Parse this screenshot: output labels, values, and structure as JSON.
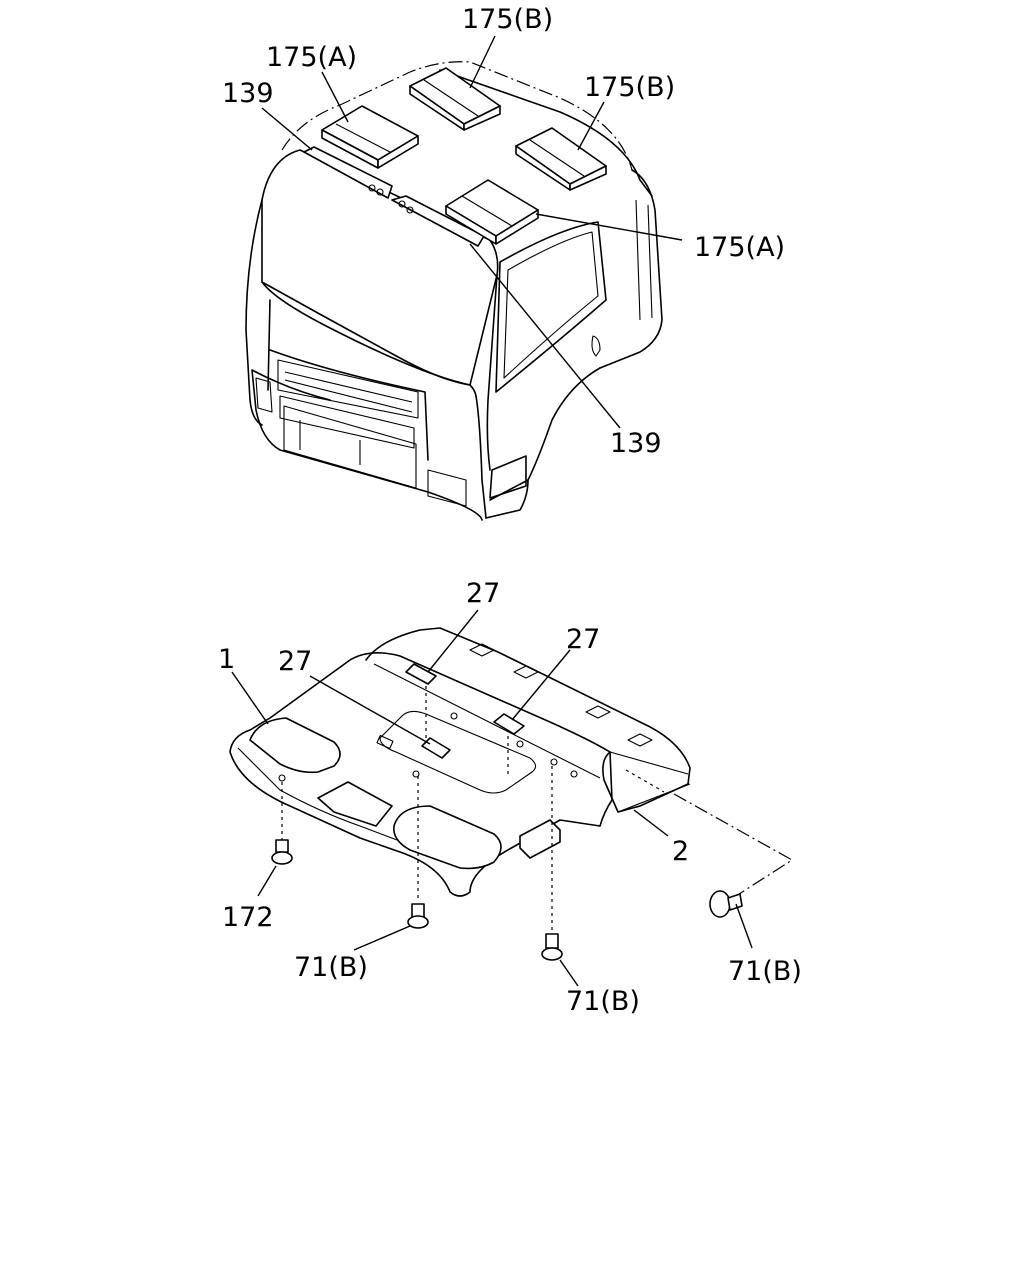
{
  "callouts": {
    "c175b_top": "175(B)",
    "c175a_left": "175(A)",
    "c139_left": "139",
    "c175b_right": "175(B)",
    "c175a_right": "175(A)",
    "c139_right": "139",
    "c27_top": "27",
    "c27_left": "27",
    "c27_right": "27",
    "c1": "1",
    "c2": "2",
    "c172": "172",
    "c71b_left": "71(B)",
    "c71b_mid": "71(B)",
    "c71b_right": "71(B)"
  }
}
